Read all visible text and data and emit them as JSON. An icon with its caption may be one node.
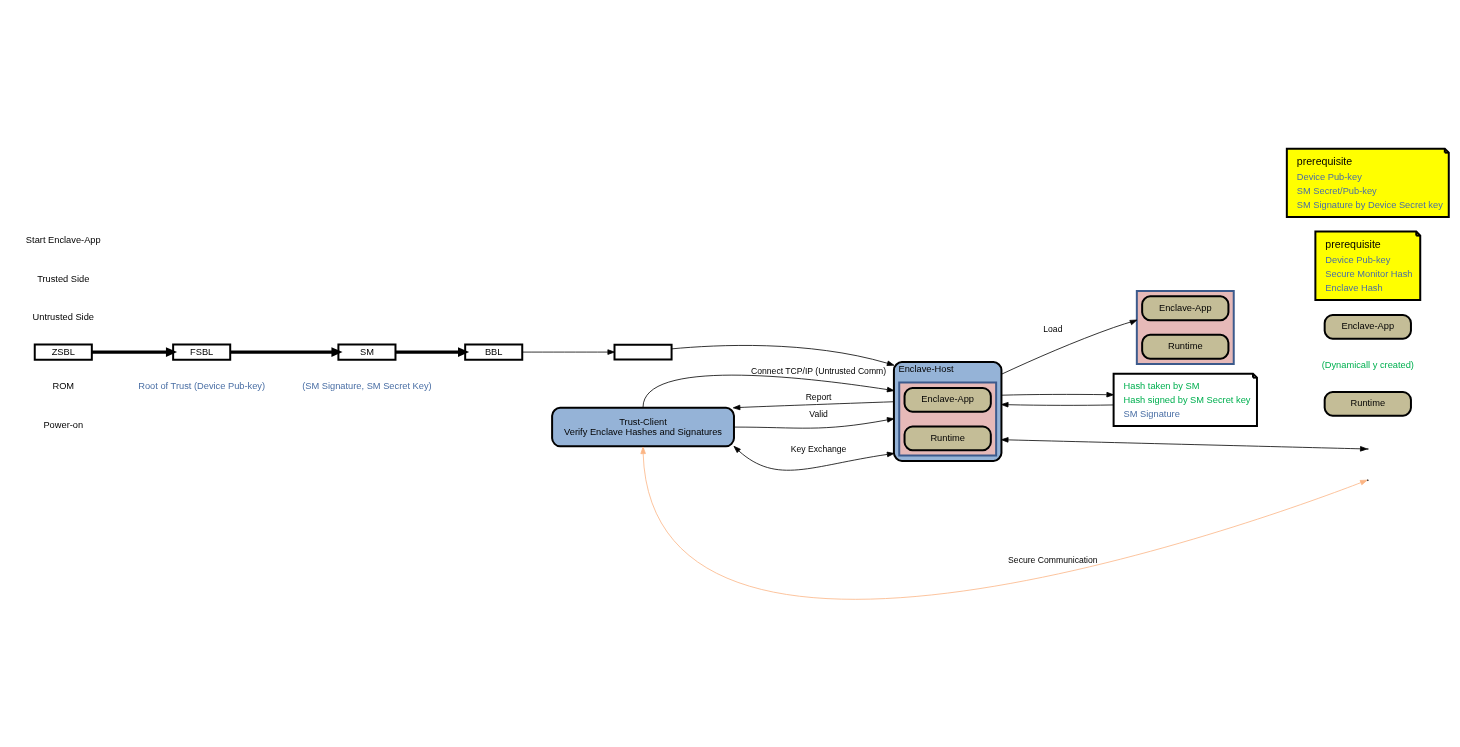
{
  "diagram": {
    "nodes": [
      {
        "text": [
          "prerequisite",
          "Device Pub-key",
          "SM Secret/Pub-key",
          "SM Signature by Device Secret key"
        ]
      },
      {
        "text": [
          "ZSBL"
        ],
        "beside": [
          "Power-on",
          "ROM"
        ]
      },
      {
        "text": [
          "FSBL"
        ],
        "beside": [
          "Root of Trust (Device Pub-key)"
        ]
      },
      {
        "text": [
          "SM"
        ],
        "beside": [
          "(SM Signature, SM Secret Key)"
        ]
      },
      {
        "text": [
          "BBL"
        ]
      },
      {
        "text": [],
        "shape": "box"
      },
      {
        "text": [
          "prerequisite",
          "Device Pub-key",
          "Secure Monitor Hash",
          "Enclave Hash"
        ]
      },
      {
        "text": [
          "Trust-Client",
          "Verify Enclave Hashes and Signatures"
        ]
      },
      {
        "text": [
          "Enclave-Host"
        ]
      },
      {
        "text": [],
        "shape": "box",
        "in": 8
      },
      {
        "text": [
          "Enclave-App"
        ],
        "in": 9
      },
      {
        "text": [
          "Runtime"
        ],
        "in": 9
      },
      {
        "text": [],
        "shape": "box"
      },
      {
        "text": [
          "Enclave-App"
        ],
        "in": 12
      },
      {
        "text": [
          "Runtime"
        ],
        "in": 12
      },
      {
        "text": [
          "Hash taken by SM",
          "Hash signed by SM Secret key",
          "SM Signature"
        ]
      },
      {
        "text": [
          "Enclave-App"
        ],
        "beside": [
          "(Dynamicall y created)"
        ]
      },
      {
        "text": [
          "Runtime"
        ]
      }
    ],
    "edges": [
      {
        "from": 1,
        "to": 2,
        "arrow": "to",
        "style": "thick"
      },
      {
        "from": 2,
        "to": 3,
        "arrow": "to",
        "style": "thick"
      },
      {
        "from": 3,
        "to": 4,
        "arrow": "to",
        "style": "thick"
      },
      {
        "from": 4,
        "to": 5,
        "arrow": "to"
      },
      {
        "from": 5,
        "to": 8,
        "arrow": "to"
      },
      {
        "from": 7,
        "to": 8,
        "arrow": "to",
        "label": "Connect TCP/IP (Untrusted Comm)"
      },
      {
        "from": 8,
        "to": 12,
        "arrow": "to",
        "label": "Load"
      },
      {
        "from": 15,
        "to": 8,
        "arrow": "to"
      },
      {
        "from": 8,
        "to": 7,
        "arrow": "to",
        "label": "Report"
      },
      {
        "from": 7,
        "to": 8,
        "arrow": "to",
        "label": "Valid"
      },
      {
        "from": 8,
        "to": 15,
        "arrow": "to"
      },
      {
        "from": 7,
        "to": 8,
        "arrow": "both",
        "label": "Key Exchange"
      },
      {
        "from": 8,
        "to": null,
        "arrow": "both"
      },
      {
        "from": 7,
        "to": null,
        "arrow": "both",
        "label": "Secure Communication",
        "color": "#fbb584"
      }
    ],
    "labels": [
      "Untrusted Side",
      "Trusted Side",
      "Start Enclave-App"
    ]
  }
}
